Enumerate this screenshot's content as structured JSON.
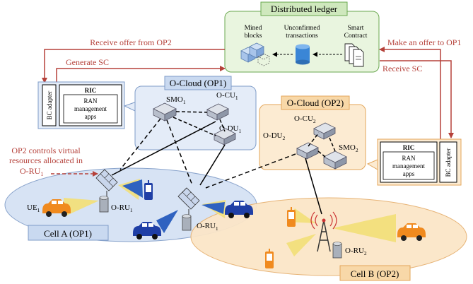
{
  "ledger": {
    "title": "Distributed ledger",
    "mined_blocks": [
      "Mined",
      "blocks"
    ],
    "unconfirmed": [
      "Unconfirmed",
      "transactions"
    ],
    "smart_contract": [
      "Smart",
      "Contract"
    ]
  },
  "arrows": {
    "receive_offer": "Receive offer from OP2",
    "generate_sc": "Generate SC",
    "make_offer": "Make an offer to OP1",
    "receive_sc": "Receive SC"
  },
  "op1_ric": {
    "bc_adapter": "BC adapter",
    "ric_title": "RIC",
    "apps": [
      "RAN",
      "management",
      "apps"
    ]
  },
  "op2_ric": {
    "bc_adapter": "BC adapter",
    "ric_title": "RIC",
    "apps": [
      "RAN",
      "management",
      "apps"
    ]
  },
  "ocloud_op1": {
    "title": "O-Cloud (OP1)",
    "smo": {
      "base": "SMO",
      "sub": "1"
    },
    "ocu": {
      "base": "O-CU",
      "sub": "1"
    },
    "odu": {
      "base": "O-DU",
      "sub": "1"
    }
  },
  "ocloud_op2": {
    "title": "O-Cloud (OP2)",
    "ocu": {
      "base": "O-CU",
      "sub": "2"
    },
    "odu": {
      "base": "O-DU",
      "sub": "2"
    },
    "smo": {
      "base": "SMO",
      "sub": "2"
    }
  },
  "op2_control": {
    "line1": "OP2 controls virtual",
    "line2": "resources allocated in",
    "line3_base": "O-RU",
    "line3_sub": "1"
  },
  "cell_a": {
    "label": "Cell A (OP1)",
    "ue": {
      "base": "UE",
      "sub": "1"
    },
    "oru_left": {
      "base": "O-RU",
      "sub": "1"
    },
    "oru_right": {
      "base": "O-RU",
      "sub": "1"
    }
  },
  "cell_b": {
    "label": "Cell B (OP2)",
    "oru": {
      "base": "O-RU",
      "sub": "2"
    }
  },
  "colors": {
    "arrow_red": "#b5413a",
    "op1_fill": "#e4ecf8",
    "op1_stroke": "#7f9cc8",
    "op2_fill": "#fcebd2",
    "op2_stroke": "#e3a65a",
    "ledger_fill": "#e9f5df",
    "ledger_stroke": "#6aa84f",
    "beam_yellow": "#f2df7a",
    "beam_blue": "#2f62c0",
    "car_orange": "#f08a1e",
    "car_blue": "#1f3fa6"
  }
}
